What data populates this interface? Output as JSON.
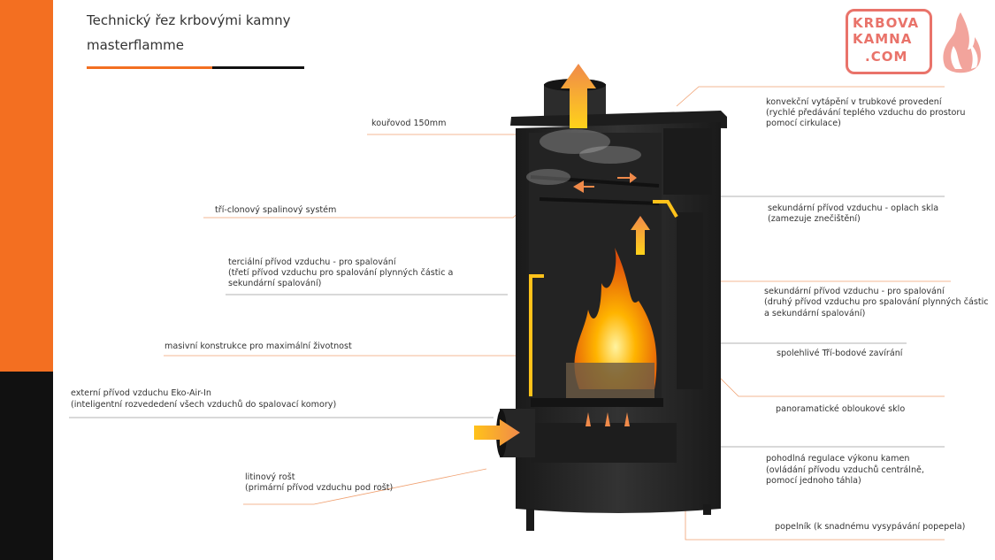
{
  "header": {
    "title": "Technický řez krbovými kamny",
    "subtitle": "masterflamme"
  },
  "logo": {
    "line1": "KRBOVA",
    "line2": "KAMNA",
    "line3": ".COM"
  },
  "colors": {
    "accent": "#f36f21",
    "dark": "#111111",
    "logo": "#e9736a",
    "stove_body": "#2a2a2a"
  },
  "labels": {
    "flue": "kouřovod 150mm",
    "triple_flue": "tří-clonový spalinový systém",
    "tertiary_1": "terciální přívod vzduchu - pro spalování",
    "tertiary_2": "(třetí přívod vzduchu pro spalování plynných částic a",
    "tertiary_3": "sekundární spalování)",
    "construction": "masivní konstrukce pro maximální životnost",
    "external_1": "externí přívod vzduchu Eko-Air-In",
    "external_2": "(inteligentní rozvededení všech vzduchů do spalovací komory)",
    "grate_1": "litinový rošt",
    "grate_2": "(primární přívod  vzduchu pod rošt)",
    "convection_1": "konvekční vytápění v trubkové provedení",
    "convection_2": "(rychlé předávání teplého vzduchu do prostoru",
    "convection_3": "pomocí cirkulace)",
    "secondary_glass_1": "sekundární přívod vzduchu -      oplach skla",
    "secondary_glass_2": "(zamezuje znečištění)",
    "secondary_burn_1": "sekundární přívod vzduchu -  pro spalování",
    "secondary_burn_2": "(druhý přívod vzduchu pro spalování plynných částic",
    "secondary_burn_3": "a sekundární spalování)",
    "locking": "spolehlivé Tří-bodové zavírání",
    "glass": "panoramatické obloukové sklo",
    "regulation_1": "pohodlná regulace výkonu kamen",
    "regulation_2": "(ovládání přívodu vzduchů centrálně,",
    "regulation_3": "pomocí jednoho táhla)",
    "ashpan": "popelník   (k snadnému vysypávání popepela)"
  }
}
